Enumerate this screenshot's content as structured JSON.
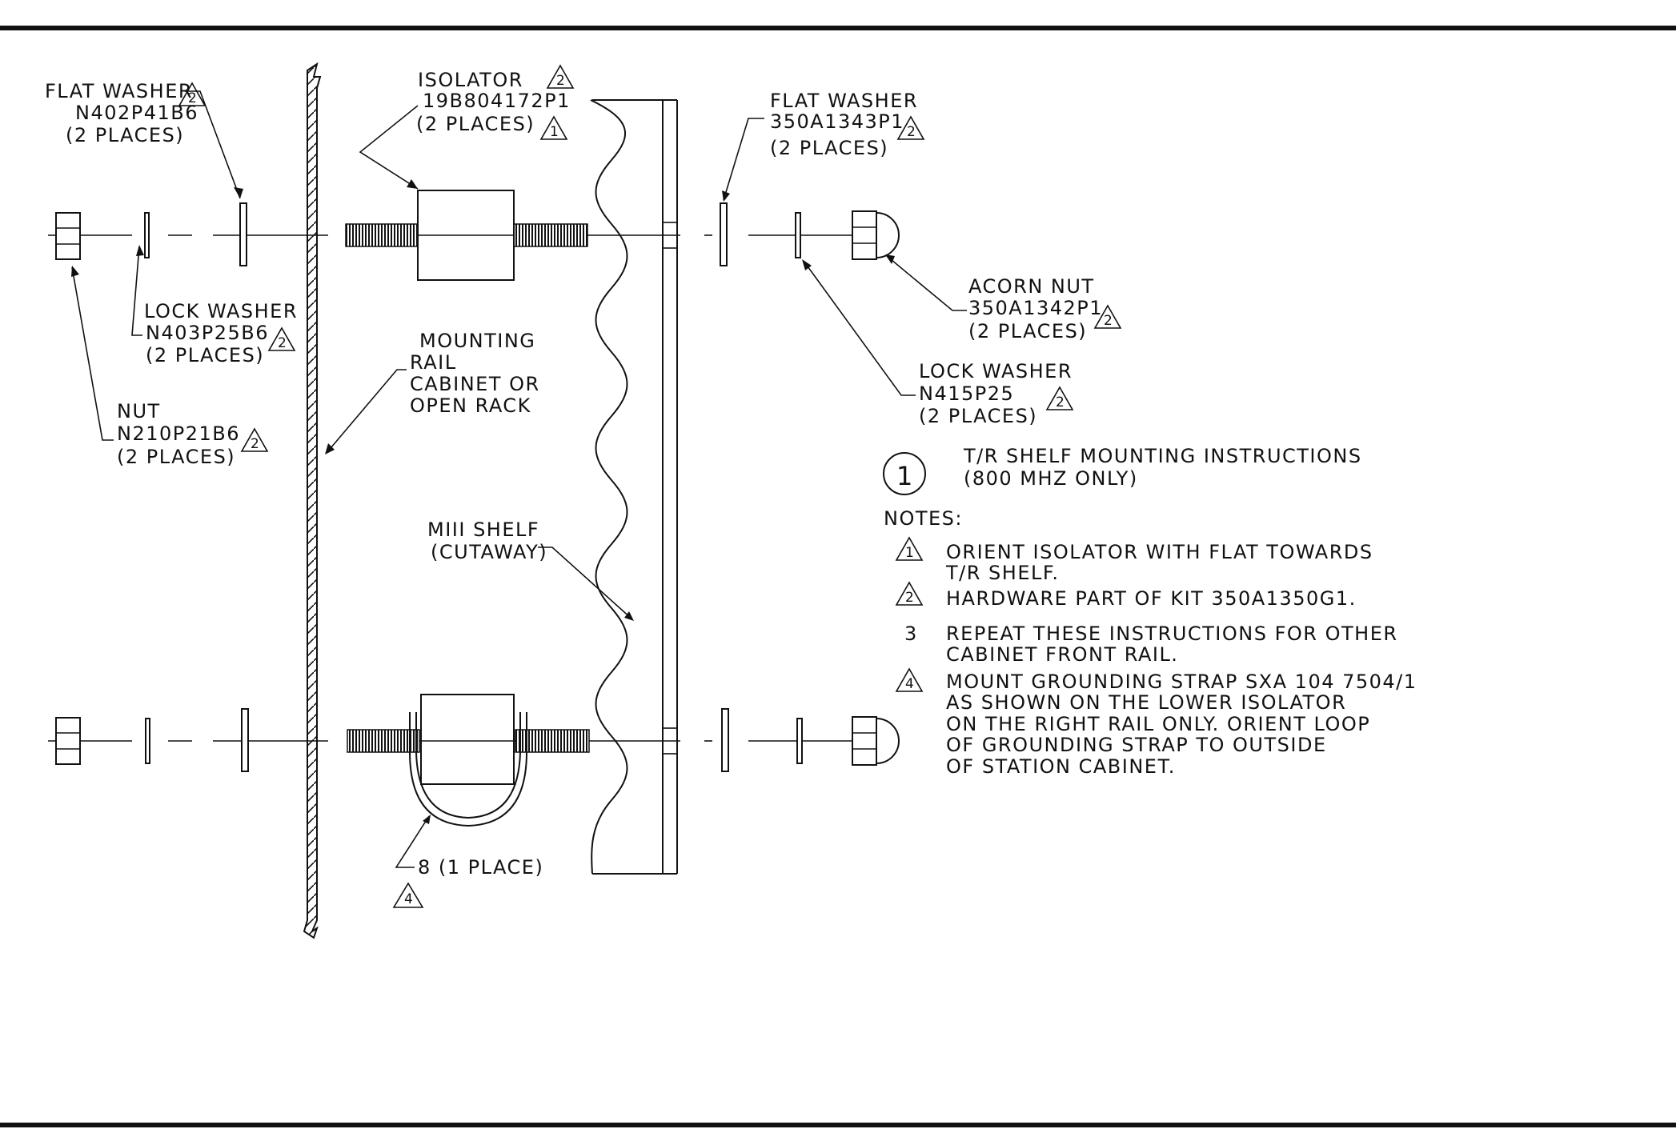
{
  "callouts": {
    "flat_washer_left": {
      "title": "FLAT WASHER",
      "part": "N402P41B6",
      "qty": "(2 PLACES)",
      "note_ref": "2"
    },
    "isolator": {
      "title": "ISOLATOR",
      "title_ref": "2",
      "part": "19B804172P1",
      "qty": "(2 PLACES)",
      "qty_ref": "1"
    },
    "flat_washer_right": {
      "title": "FLAT WASHER",
      "part": "350A1343P1",
      "part_ref": "2",
      "qty": "(2 PLACES)"
    },
    "lock_washer_left": {
      "title": "LOCK WASHER",
      "part": "N403P25B6",
      "part_ref": "2",
      "qty": "(2 PLACES)"
    },
    "mounting_rail": {
      "line1": "MOUNTING",
      "line2": "RAIL",
      "line3": "CABINET OR",
      "line4": "OPEN RACK"
    },
    "nut": {
      "title": "NUT",
      "part": "N210P21B6",
      "part_ref": "2",
      "qty": "(2 PLACES)"
    },
    "acorn_nut": {
      "title": "ACORN NUT",
      "part": "350A1342P1",
      "part_ref": "2",
      "qty": "(2 PLACES)"
    },
    "lock_washer_right": {
      "title": "LOCK WASHER",
      "part": "N415P25",
      "part_ref": "2",
      "qty": "(2 PLACES)"
    },
    "shelf": {
      "line1": "MIII SHELF",
      "line2": "(CUTAWAY)"
    },
    "strap": {
      "label": "8 (1 PLACE)",
      "ref": "4"
    }
  },
  "title_block": {
    "number": "1",
    "line1": "T/R SHELF MOUNTING INSTRUCTIONS",
    "line2": "(800 MHZ ONLY)"
  },
  "notes": {
    "heading": "NOTES:",
    "items": [
      {
        "mark": "1",
        "lines": [
          "ORIENT ISOLATOR WITH FLAT TOWARDS",
          "T/R SHELF."
        ]
      },
      {
        "mark": "2",
        "lines": [
          "HARDWARE PART OF KIT 350A1350G1."
        ]
      },
      {
        "mark": "3",
        "lines": [
          "REPEAT THESE INSTRUCTIONS FOR OTHER",
          "CABINET FRONT RAIL."
        ]
      },
      {
        "mark": "4",
        "lines": [
          "MOUNT GROUNDING STRAP SXA 104 7504/1",
          "AS SHOWN ON THE LOWER ISOLATOR",
          "ON THE RIGHT RAIL ONLY. ORIENT LOOP",
          "OF GROUNDING STRAP TO OUTSIDE",
          "OF STATION CABINET."
        ]
      }
    ]
  }
}
